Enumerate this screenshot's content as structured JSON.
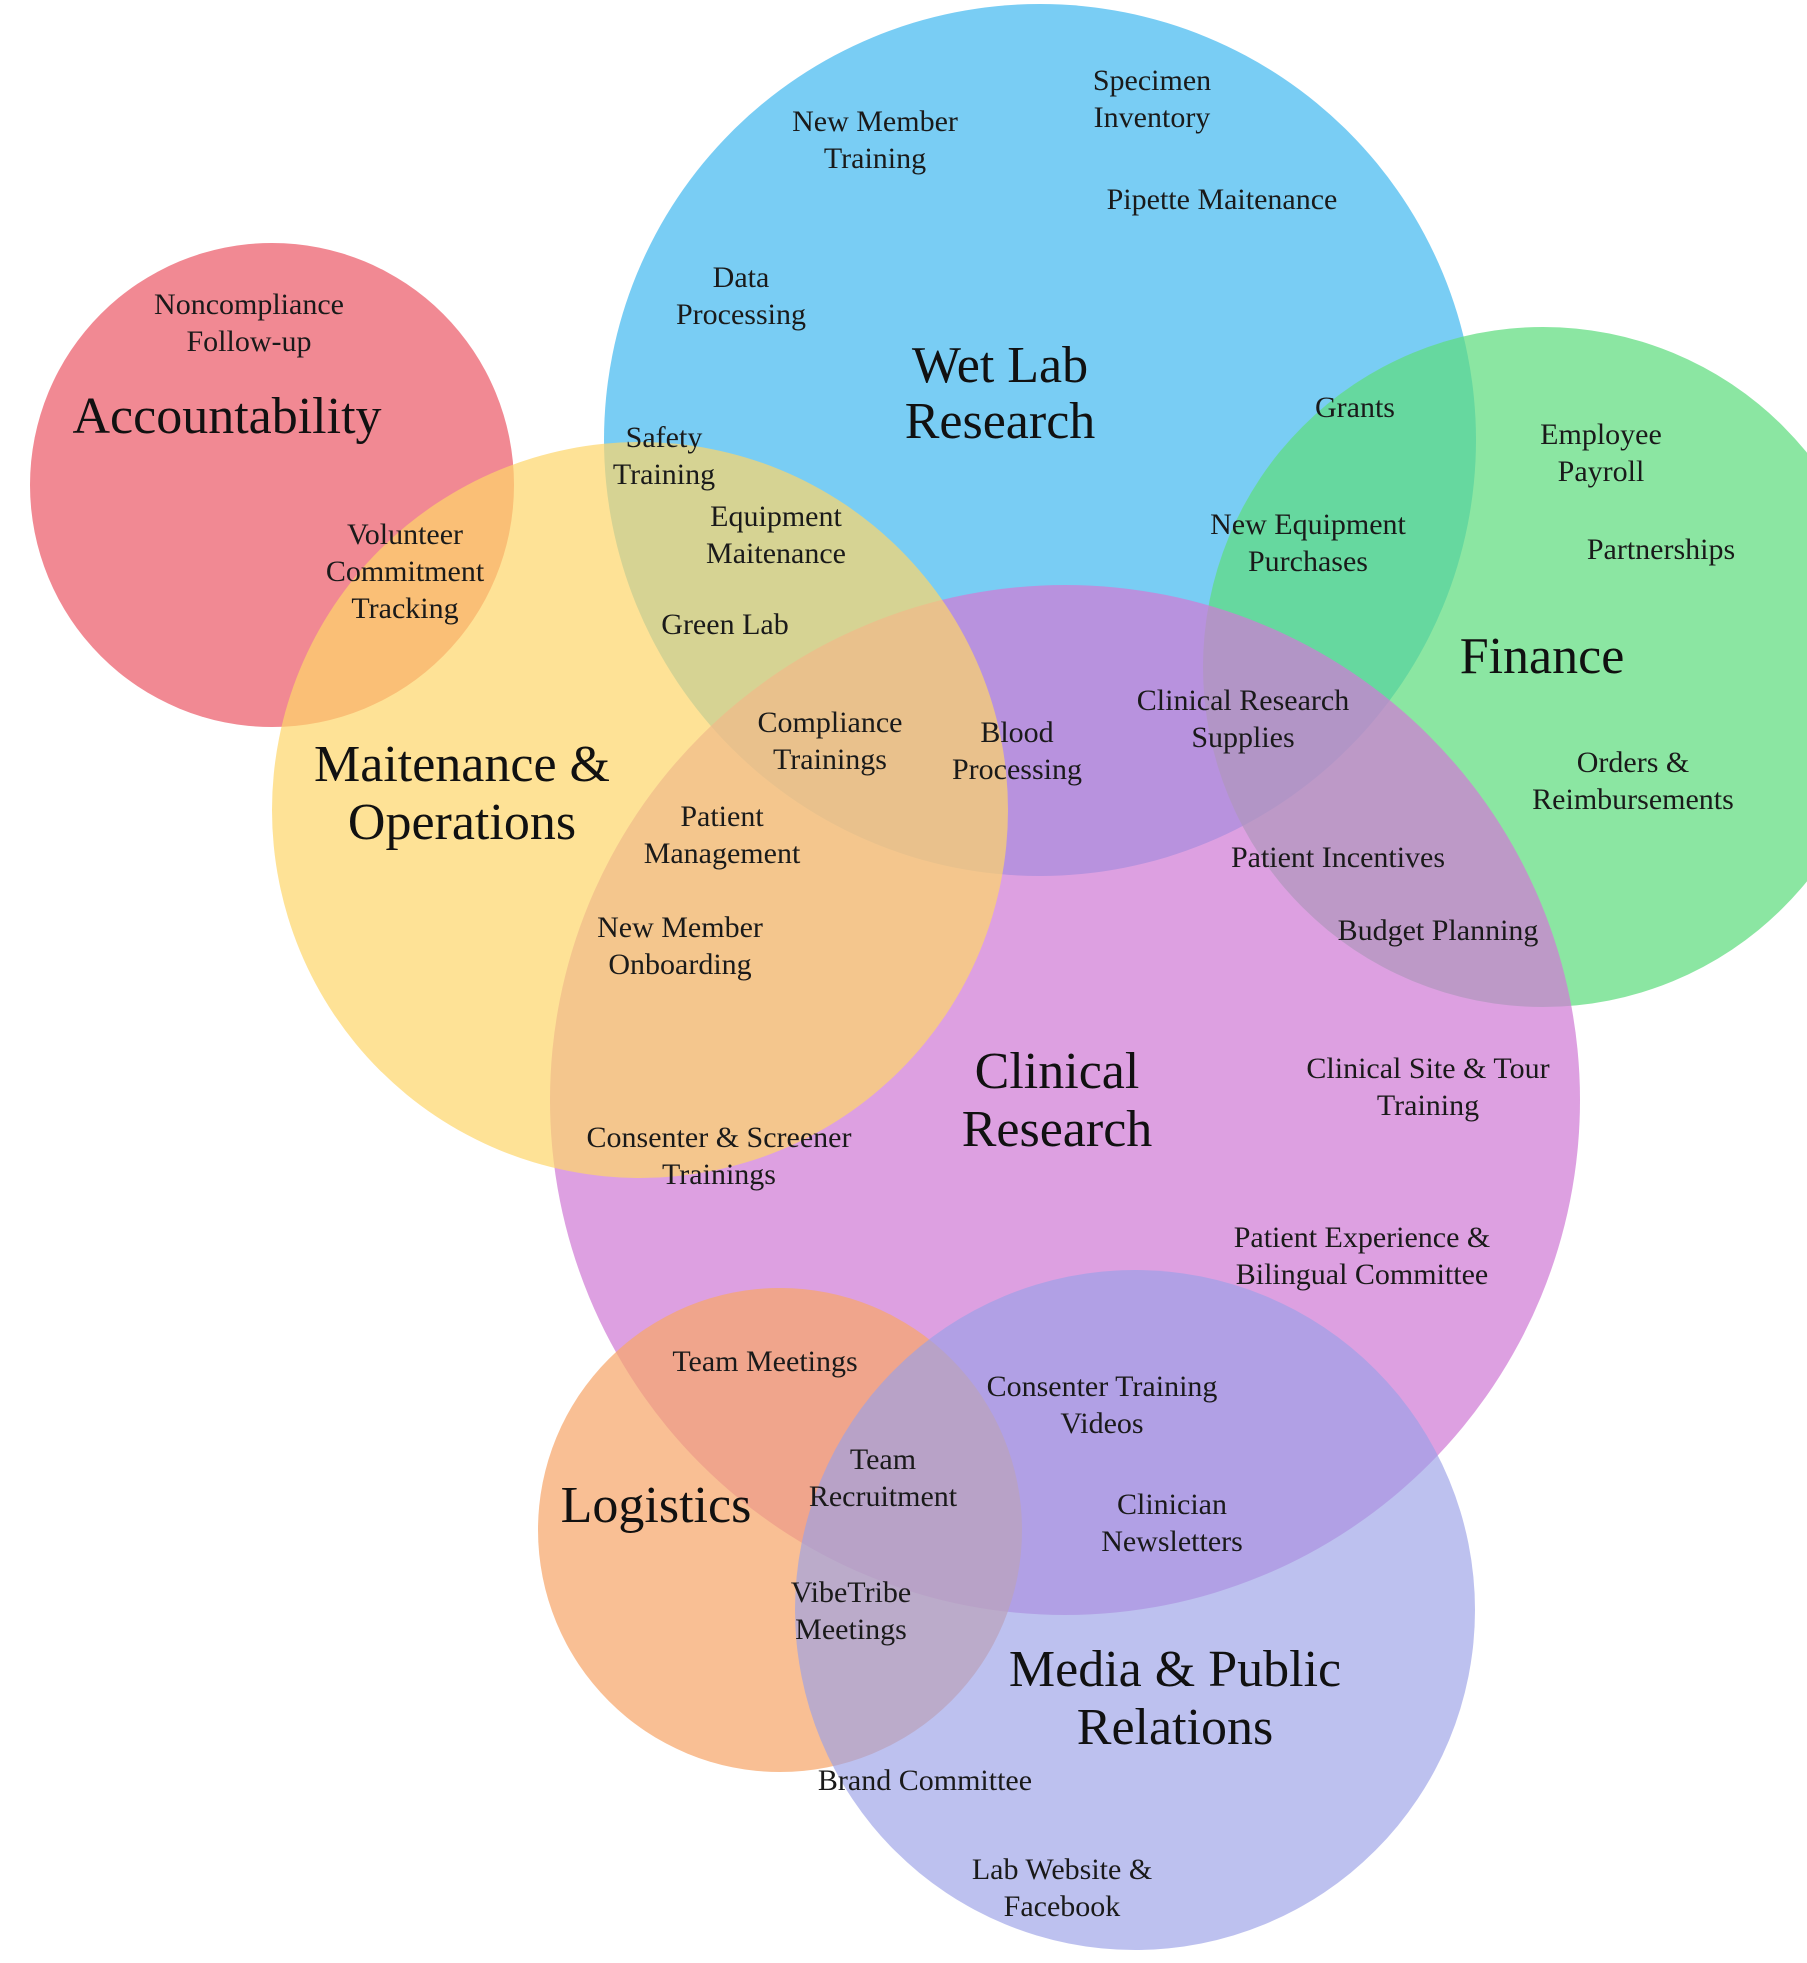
{
  "colors": {
    "wet_lab": "#5BC2F2",
    "finance": "#5EDD7E",
    "accountability": "#EE6F7B",
    "maintenance": "#FDD66A",
    "clinical": "#D07CD6",
    "logistics": "#F7A66B",
    "media": "#9AA0E6"
  },
  "groups": {
    "wet_lab": [
      "Wet Lab",
      "Research"
    ],
    "finance": [
      "Finance"
    ],
    "accountability": [
      "Accountability"
    ],
    "maintenance": [
      "Maitenance &",
      "Operations"
    ],
    "clinical": [
      "Clinical",
      "Research"
    ],
    "logistics": [
      "Logistics"
    ],
    "media": [
      "Media & Public",
      "Relations"
    ]
  },
  "items": {
    "specimen_inventory": [
      "Specimen",
      "Inventory"
    ],
    "new_member_training": [
      "New Member",
      "Training"
    ],
    "pipette_maintenance": [
      "Pipette Maitenance"
    ],
    "data_processing": [
      "Data",
      "Processing"
    ],
    "noncompliance_followup": [
      "Noncompliance",
      "Follow-up"
    ],
    "grants": [
      "Grants"
    ],
    "employee_payroll": [
      "Employee",
      "Payroll"
    ],
    "partnerships": [
      "Partnerships"
    ],
    "safety_training": [
      "Safety",
      "Training"
    ],
    "equipment_maintenance": [
      "Equipment",
      "Maitenance"
    ],
    "volunteer_commitment": [
      "Volunteer",
      "Commitment",
      "Tracking"
    ],
    "new_equipment_purchases": [
      "New Equipment",
      "Purchases"
    ],
    "green_lab": [
      "Green Lab"
    ],
    "clinical_research_supplies": [
      "Clinical Research",
      "Supplies"
    ],
    "compliance_trainings": [
      "Compliance",
      "Trainings"
    ],
    "blood_processing": [
      "Blood",
      "Processing"
    ],
    "orders_reimbursements": [
      "Orders &",
      "Reimbursements"
    ],
    "patient_management": [
      "Patient",
      "Management"
    ],
    "patient_incentives": [
      "Patient Incentives"
    ],
    "budget_planning": [
      "Budget Planning"
    ],
    "new_member_onboarding": [
      "New Member",
      "Onboarding"
    ],
    "clinical_site_tour": [
      "Clinical Site & Tour",
      "Training"
    ],
    "consenter_screener": [
      "Consenter & Screener",
      "Trainings"
    ],
    "patient_experience": [
      "Patient Experience &",
      "Bilingual Committee"
    ],
    "team_meetings": [
      "Team Meetings"
    ],
    "consenter_videos": [
      "Consenter Training",
      "Videos"
    ],
    "team_recruitment": [
      "Team",
      "Recruitment"
    ],
    "clinician_newsletters": [
      "Clinician",
      "Newsletters"
    ],
    "vibetribe_meetings": [
      "VibeTribe",
      "Meetings"
    ],
    "brand_committee": [
      "Brand Committee"
    ],
    "lab_website": [
      "Lab Website &",
      "Facebook"
    ]
  }
}
